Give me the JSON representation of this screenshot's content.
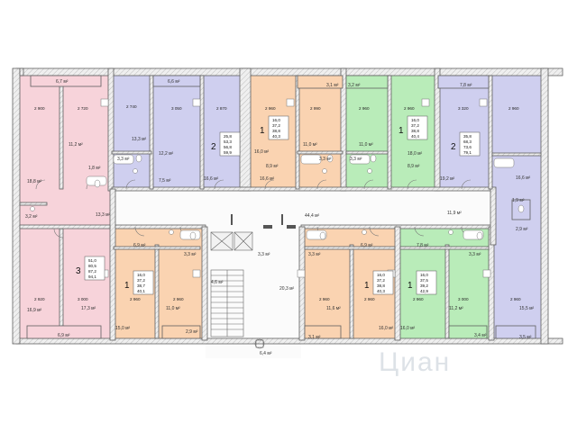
{
  "colors": {
    "pink": "#f7d3da",
    "lilac": "#cfcfef",
    "peach": "#fad3b1",
    "green": "#b9ecb9",
    "corridor": "#fbfbfb",
    "wall": "#5f5f5f",
    "hatch": "#c9c9c9"
  },
  "area_labels": [
    "6,7 м²",
    "6,6 м²",
    "3,1 м²",
    "3,2 м²",
    "7,8 м²",
    "11,2 м²",
    "13,3 м²",
    "12,2 м²",
    "16,0 м²",
    "11,0 м²",
    "11,0 м²",
    "18,0 м²",
    "19,2 м²",
    "16,6 м²",
    "1,8 м²",
    "3,3 м²",
    "7,5 м²",
    "8,9 м²",
    "3,3 м²",
    "3,3 м²",
    "8,9 м²",
    "18,8 м²",
    "16,6 м²",
    "16,6 м²",
    "3,2 м²",
    "13,3 м²",
    "44,4 м²",
    "11,9 м²",
    "1,9 м²",
    "2,9 м²",
    "6,9 м²",
    "3,3 м²",
    "6,9 м²",
    "3,3 м²",
    "3,3 м²",
    "7,8 м²",
    "3,3 м²",
    "4,6 м²",
    "20,3 м²",
    "16,9 м²",
    "17,3 м²",
    "15,0 м²",
    "11,0 м²",
    "2,9 м²",
    "3,1 м²",
    "11,6 м²",
    "16,0 м²",
    "16,0 м²",
    "11,2 м²",
    "3,4 м²",
    "15,5 м²",
    "3,5 м²",
    "6,9 м²",
    "6,4 м²"
  ],
  "dimension_labels": [
    "2 900",
    "2 720",
    "2 740",
    "3 050",
    "2 870",
    "2 960",
    "2 990",
    "2 960",
    "2 960",
    "3 320",
    "2 960",
    "2 920",
    "3 000",
    "2 960",
    "2 960",
    "2 960",
    "2 960",
    "2 960",
    "3 000",
    "2 960"
  ],
  "flat_cards": [
    {
      "rooms": "1",
      "values": [
        "16,0",
        "37,2",
        "38,8",
        "40,3"
      ]
    },
    {
      "rooms": "1",
      "values": [
        "16,0",
        "37,2",
        "38,8",
        "40,4"
      ]
    },
    {
      "rooms": "2",
      "values": [
        "25,8",
        "53,3",
        "56,8",
        "59,9"
      ]
    },
    {
      "rooms": "2",
      "values": [
        "35,8",
        "68,3",
        "73,6",
        "79,1"
      ]
    },
    {
      "rooms": "3",
      "values": [
        "51,0",
        "80,5",
        "87,2",
        "94,1"
      ]
    },
    {
      "rooms": "1",
      "values": [
        "16,0",
        "37,2",
        "38,7",
        "40,1"
      ]
    },
    {
      "rooms": "1",
      "values": [
        "16,0",
        "37,2",
        "38,8",
        "40,3"
      ]
    },
    {
      "rooms": "1",
      "values": [
        "16,0",
        "37,5",
        "39,2",
        "42,9"
      ]
    }
  ],
  "watermark": "Циан",
  "icons": [
    "stair-icon",
    "elevator-icon",
    "sink-icon",
    "toilet-icon",
    "bathtub-icon",
    "shower-icon",
    "stove-icon",
    "chute-icon"
  ]
}
